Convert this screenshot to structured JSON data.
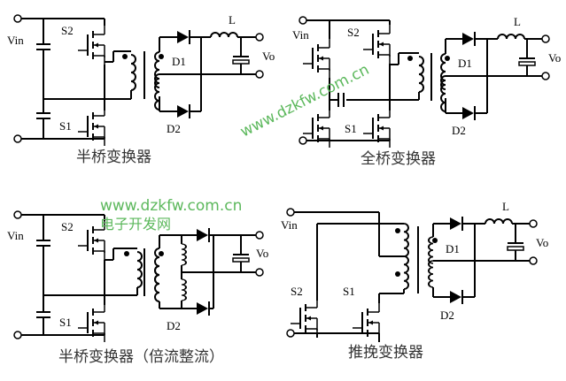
{
  "diagrams": [
    {
      "caption": "半桥变换器",
      "labels": {
        "vin": "Vin",
        "s1": "S1",
        "s2": "S2",
        "d1": "D1",
        "d2": "D2",
        "l": "L",
        "vo": "Vo"
      }
    },
    {
      "caption": "全桥变换器",
      "labels": {
        "vin": "Vin",
        "s1": "S1",
        "s2": "S2",
        "d1": "D1",
        "d2": "D2",
        "l": "L",
        "vo": "Vo"
      }
    },
    {
      "caption": "半桥变换器（倍流整流）",
      "labels": {
        "vin": "Vin",
        "s1": "S1",
        "s2": "S2",
        "d2": "D2",
        "vo": "Vo"
      }
    },
    {
      "caption": "推挽变换器",
      "labels": {
        "vin": "Vin",
        "s1": "S1",
        "s2": "S2",
        "d1": "D1",
        "d2": "D2",
        "l": "L",
        "vo": "Vo"
      }
    }
  ],
  "watermark": {
    "url": "www.dzkfw.com.cn",
    "site_name": "电子开发网",
    "color": "#5cb85c"
  }
}
